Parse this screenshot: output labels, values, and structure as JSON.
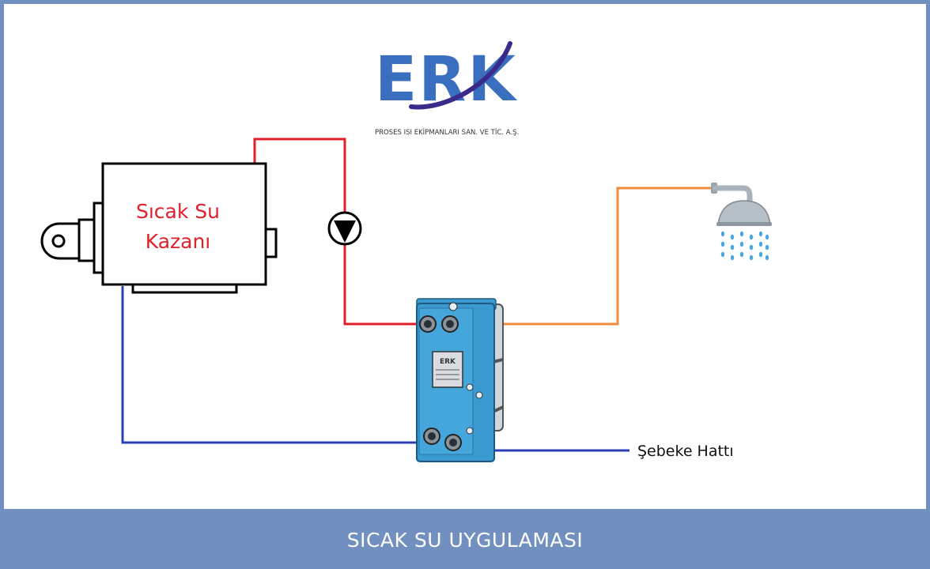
{
  "logo": {
    "letters": "ERK",
    "tagline": "PROSES  ISI  EKİPMANLARI  SAN.  VE  TİC.  A.Ş.",
    "colors": {
      "primary": "#3a6fc0",
      "swoosh": "#3a2a8a"
    }
  },
  "diagram": {
    "boiler_label_line1": "Sıcak Su",
    "boiler_label_line2": "Kazanı",
    "mains_label": "Şebeke Hattı",
    "nameplate_text": "ERK",
    "icons": [
      "boiler",
      "burner",
      "circulation-pump-icon",
      "plate-heat-exchanger",
      "shower-icon"
    ],
    "colors": {
      "hot_line": "#e0202a",
      "domestic_hot_line": "#f08a3c",
      "cold_line": "#2b3fb3",
      "exchanger": "#3b9bd0",
      "boiler_text": "#e0202a"
    }
  },
  "footer": {
    "title": "SICAK SU UYGULAMASI"
  }
}
